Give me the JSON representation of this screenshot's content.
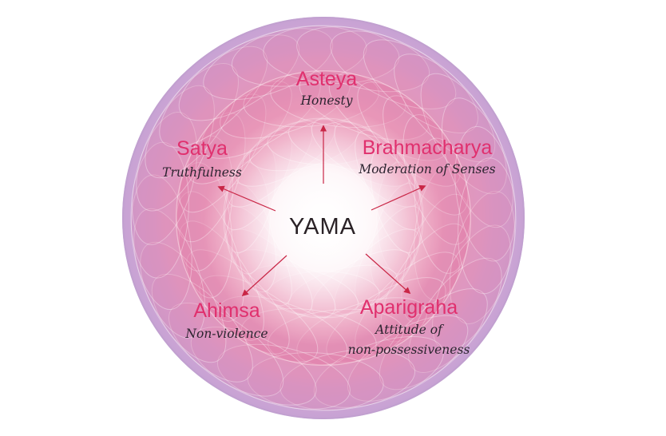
{
  "center": {
    "label": "YAMA"
  },
  "branches": [
    {
      "id": "asteya",
      "name": "Asteya",
      "meaning": [
        "Honesty"
      ]
    },
    {
      "id": "brahmacharya",
      "name": "Brahmacharya",
      "meaning": [
        "Moderation of Senses"
      ]
    },
    {
      "id": "aparigraha",
      "name": "Aparigraha",
      "meaning": [
        "Attitude of",
        "non-possessiveness"
      ]
    },
    {
      "id": "ahimsa",
      "name": "Ahimsa",
      "meaning": [
        "Non-violence"
      ]
    },
    {
      "id": "satya",
      "name": "Satya",
      "meaning": [
        "Truthfulness"
      ]
    }
  ],
  "colors": {
    "term": "#e0306e",
    "meaning_text": "#2c2430",
    "center_text": "#2a2226",
    "arrow": "#c92646",
    "circle_outer": "#c9a6d6",
    "circle_inner": "#fdf3f6",
    "petal": "#e56a9a"
  }
}
